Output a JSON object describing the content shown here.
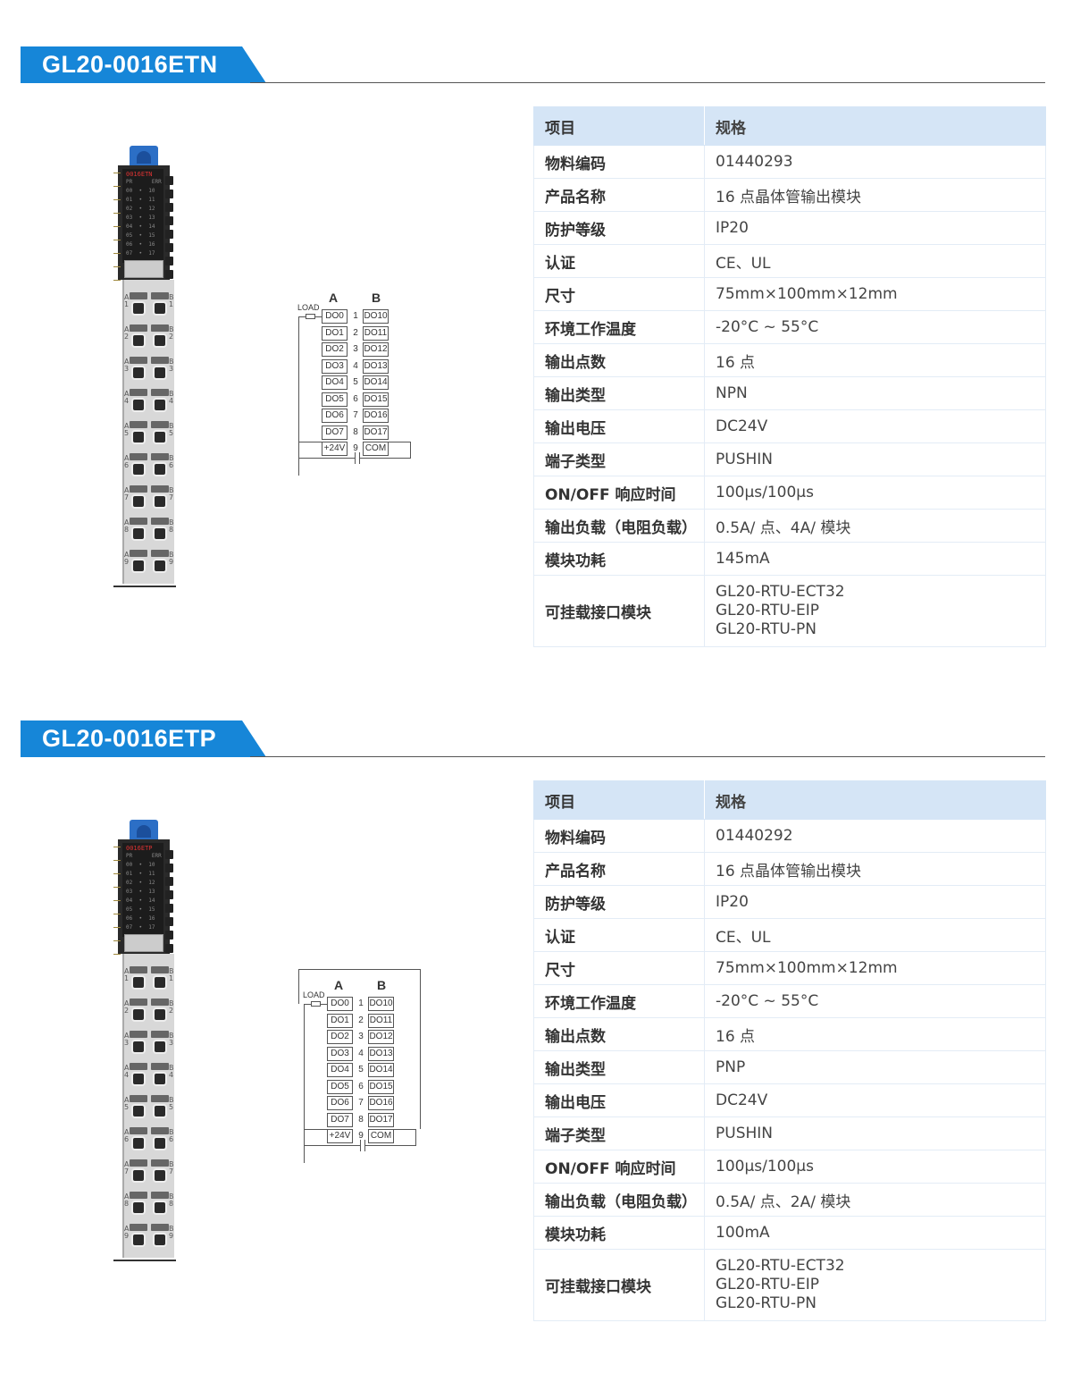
{
  "sections": [
    {
      "title": "GL20-0016ETN",
      "device": {
        "label": "0016ETN",
        "pr": "PR",
        "err": "ERR"
      },
      "diagram": {
        "col_a": "A",
        "col_b": "B",
        "load": "LOAD",
        "a": [
          "DO0",
          "DO1",
          "DO2",
          "DO3",
          "DO4",
          "DO5",
          "DO6",
          "DO7",
          "+24V"
        ],
        "nums": [
          "1",
          "2",
          "3",
          "4",
          "5",
          "6",
          "7",
          "8",
          "9"
        ],
        "b": [
          "DO10",
          "DO11",
          "DO12",
          "DO13",
          "DO14",
          "DO15",
          "DO16",
          "DO17",
          "COM"
        ]
      },
      "table": {
        "header": [
          "项目",
          "规格"
        ],
        "rows": [
          [
            "物料编码",
            "01440293"
          ],
          [
            "产品名称",
            "16 点晶体管输出模块"
          ],
          [
            "防护等级",
            "IP20"
          ],
          [
            "认证",
            "CE、UL"
          ],
          [
            "尺寸",
            "75mm×100mm×12mm"
          ],
          [
            "环境工作温度",
            "-20°C ~ 55°C"
          ],
          [
            "输出点数",
            "16 点"
          ],
          [
            "输出类型",
            "NPN"
          ],
          [
            "输出电压",
            "DC24V"
          ],
          [
            "端子类型",
            "PUSHIN"
          ],
          [
            "ON/OFF 响应时间",
            "100μs/100μs"
          ],
          [
            "输出负载（电阻负载）",
            "0.5A/ 点、4A/ 模块"
          ],
          [
            "模块功耗",
            "145mA"
          ],
          [
            "可挂载接口模块",
            [
              "GL20-RTU-ECT32",
              "GL20-RTU-EIP",
              "GL20-RTU-PN"
            ]
          ]
        ]
      }
    },
    {
      "title": "GL20-0016ETP",
      "device": {
        "label": "0016ETP",
        "pr": "PR",
        "err": "ERR"
      },
      "diagram": {
        "col_a": "A",
        "col_b": "B",
        "load": "LOAD",
        "a": [
          "DO0",
          "DO1",
          "DO2",
          "DO3",
          "DO4",
          "DO5",
          "DO6",
          "DO7",
          "+24V"
        ],
        "nums": [
          "1",
          "2",
          "3",
          "4",
          "5",
          "6",
          "7",
          "8",
          "9"
        ],
        "b": [
          "DO10",
          "DO11",
          "DO12",
          "DO13",
          "DO14",
          "DO15",
          "DO16",
          "DO17",
          "COM"
        ]
      },
      "table": {
        "header": [
          "项目",
          "规格"
        ],
        "rows": [
          [
            "物料编码",
            "01440292"
          ],
          [
            "产品名称",
            "16 点晶体管输出模块"
          ],
          [
            "防护等级",
            "IP20"
          ],
          [
            "认证",
            "CE、UL"
          ],
          [
            "尺寸",
            "75mm×100mm×12mm"
          ],
          [
            "环境工作温度",
            "-20°C ~ 55°C"
          ],
          [
            "输出点数",
            "16 点"
          ],
          [
            "输出类型",
            "PNP"
          ],
          [
            "输出电压",
            "DC24V"
          ],
          [
            "端子类型",
            "PUSHIN"
          ],
          [
            "ON/OFF 响应时间",
            "100μs/100μs"
          ],
          [
            "输出负载（电阻负载）",
            "0.5A/ 点、2A/ 模块"
          ],
          [
            "模块功耗",
            "100mA"
          ],
          [
            "可挂载接口模块",
            [
              "GL20-RTU-ECT32",
              "GL20-RTU-EIP",
              "GL20-RTU-PN"
            ]
          ]
        ]
      }
    }
  ]
}
